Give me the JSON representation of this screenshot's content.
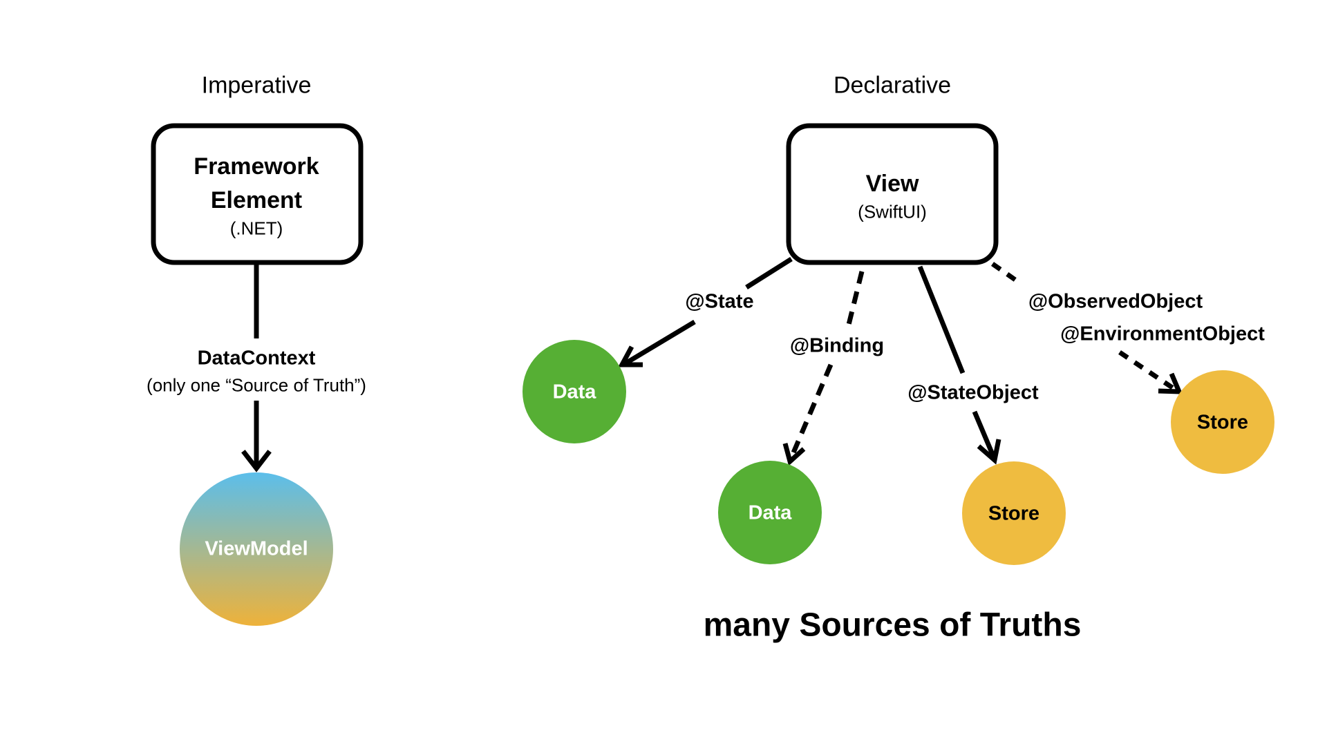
{
  "headings": {
    "left": "Imperative",
    "right": "Declarative"
  },
  "imperative": {
    "box": {
      "title_line1": "Framework",
      "title_line2": "Element",
      "subtitle": "(.NET)"
    },
    "edge": {
      "label": "DataContext",
      "sublabel": "(only one “Source of Truth”)",
      "style": "solid"
    },
    "node": {
      "label": "ViewModel",
      "gradient_top": "#5BBEEB",
      "gradient_bottom": "#EEB23A",
      "text_color": "#ffffff"
    }
  },
  "declarative": {
    "box": {
      "title": "View",
      "subtitle": "(SwiftUI)"
    },
    "edges": [
      {
        "label": "@State",
        "style": "solid",
        "target": "Data"
      },
      {
        "label": "@Binding",
        "style": "dashed",
        "target": "Data"
      },
      {
        "label": "@StateObject",
        "style": "solid",
        "target": "Store"
      },
      {
        "label": "@ObservedObject",
        "label2": "@EnvironmentObject",
        "style": "dashed",
        "target": "Store"
      }
    ],
    "nodes": [
      {
        "label": "Data",
        "color": "#56AF34",
        "text_color": "#ffffff"
      },
      {
        "label": "Data",
        "color": "#56AF34",
        "text_color": "#ffffff"
      },
      {
        "label": "Store",
        "color": "#EFBC40",
        "text_color": "#000000"
      },
      {
        "label": "Store",
        "color": "#EFBC40",
        "text_color": "#000000"
      }
    ],
    "footer": "many Sources of Truths"
  },
  "colors": {
    "stroke": "#000000",
    "background": "#ffffff"
  }
}
